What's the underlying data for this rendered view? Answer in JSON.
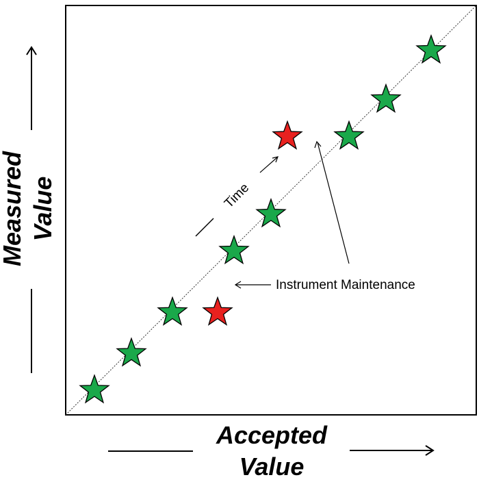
{
  "chart_data": {
    "type": "scatter",
    "xlabel": "Accepted Value",
    "xlabel_lines": [
      "Accepted",
      "Value"
    ],
    "ylabel": "Measured Value",
    "ylabel_lines": [
      "Measured",
      "Value"
    ],
    "xlim": [
      0,
      10
    ],
    "ylim": [
      0,
      10
    ],
    "reference_line": "y = x",
    "grid": false,
    "series": [
      {
        "marker": "star",
        "color": "#1aa84a",
        "points": [
          {
            "x": 0.7,
            "y": 0.6
          },
          {
            "x": 1.6,
            "y": 1.5
          },
          {
            "x": 2.6,
            "y": 2.5
          },
          {
            "x": 4.1,
            "y": 4.0
          },
          {
            "x": 5.0,
            "y": 4.9
          },
          {
            "x": 6.9,
            "y": 6.8
          },
          {
            "x": 7.8,
            "y": 7.7
          },
          {
            "x": 8.9,
            "y": 8.9
          }
        ]
      },
      {
        "marker": "star",
        "color": "#e8211f",
        "points": [
          {
            "x": 3.7,
            "y": 2.5
          },
          {
            "x": 5.4,
            "y": 6.8
          }
        ]
      }
    ],
    "annotations": {
      "time": "Time",
      "maintenance": "Instrument Maintenance"
    }
  }
}
